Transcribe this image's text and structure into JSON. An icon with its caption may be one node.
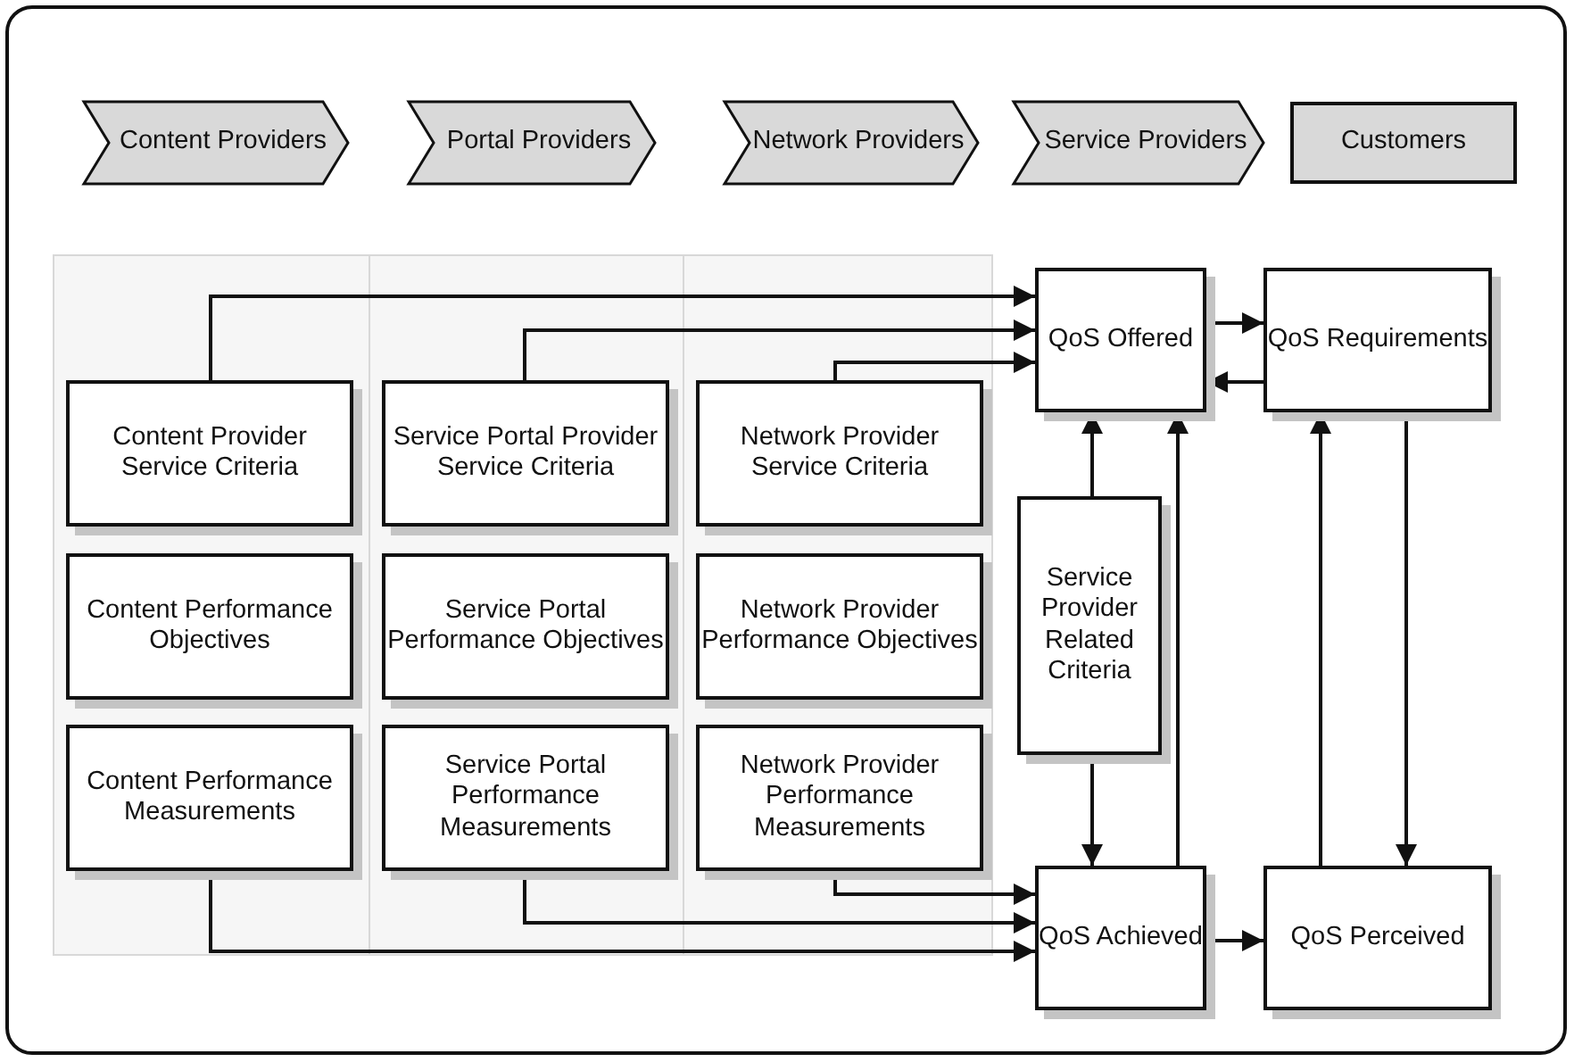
{
  "diagram": {
    "nodes": [
      {
        "text": [
          "Content Providers"
        ]
      },
      {
        "text": [
          "Portal Providers"
        ]
      },
      {
        "text": [
          "Network Providers"
        ]
      },
      {
        "text": [
          "Service Providers"
        ]
      },
      {
        "text": [
          "Customers"
        ]
      },
      {
        "text": [
          "Content Provider Service Criteria"
        ]
      },
      {
        "text": [
          "Content Performance Objectives"
        ]
      },
      {
        "text": [
          "Content Performance Measurements"
        ]
      },
      {
        "text": [
          "Service Portal Provider Service Criteria"
        ]
      },
      {
        "text": [
          "Service Portal Performance Objectives"
        ]
      },
      {
        "text": [
          "Service Portal Performance Measurements"
        ]
      },
      {
        "text": [
          "Network Provider Service Criteria"
        ]
      },
      {
        "text": [
          "Network Provider Performance Objectives"
        ]
      },
      {
        "text": [
          "Network Provider Performance Measurements"
        ]
      },
      {
        "text": [
          "QoS Offered"
        ]
      },
      {
        "text": [
          "QoS Requirements"
        ]
      },
      {
        "text": [
          "Service Provider Related Criteria"
        ]
      },
      {
        "text": [
          "QoS Achieved"
        ]
      },
      {
        "text": [
          "QoS Perceived"
        ]
      }
    ],
    "edges": [
      {
        "from": 5,
        "to": 14,
        "arrow": "to"
      },
      {
        "from": 8,
        "to": 14,
        "arrow": "to"
      },
      {
        "from": 11,
        "to": 14,
        "arrow": "to"
      },
      {
        "from": 14,
        "to": 15,
        "arrow": "to"
      },
      {
        "from": 15,
        "to": 14,
        "arrow": "to"
      },
      {
        "from": 16,
        "to": 14,
        "arrow": "to"
      },
      {
        "from": 16,
        "to": 17,
        "arrow": "to"
      },
      {
        "from": 17,
        "to": 14,
        "arrow": "to"
      },
      {
        "from": 18,
        "to": 15,
        "arrow": "to"
      },
      {
        "from": 15,
        "to": 18,
        "arrow": "to"
      },
      {
        "from": 13,
        "to": 17,
        "arrow": "to"
      },
      {
        "from": 10,
        "to": 17,
        "arrow": "to"
      },
      {
        "from": 7,
        "to": 17,
        "arrow": "to"
      },
      {
        "from": 17,
        "to": 18,
        "arrow": "to"
      }
    ]
  }
}
